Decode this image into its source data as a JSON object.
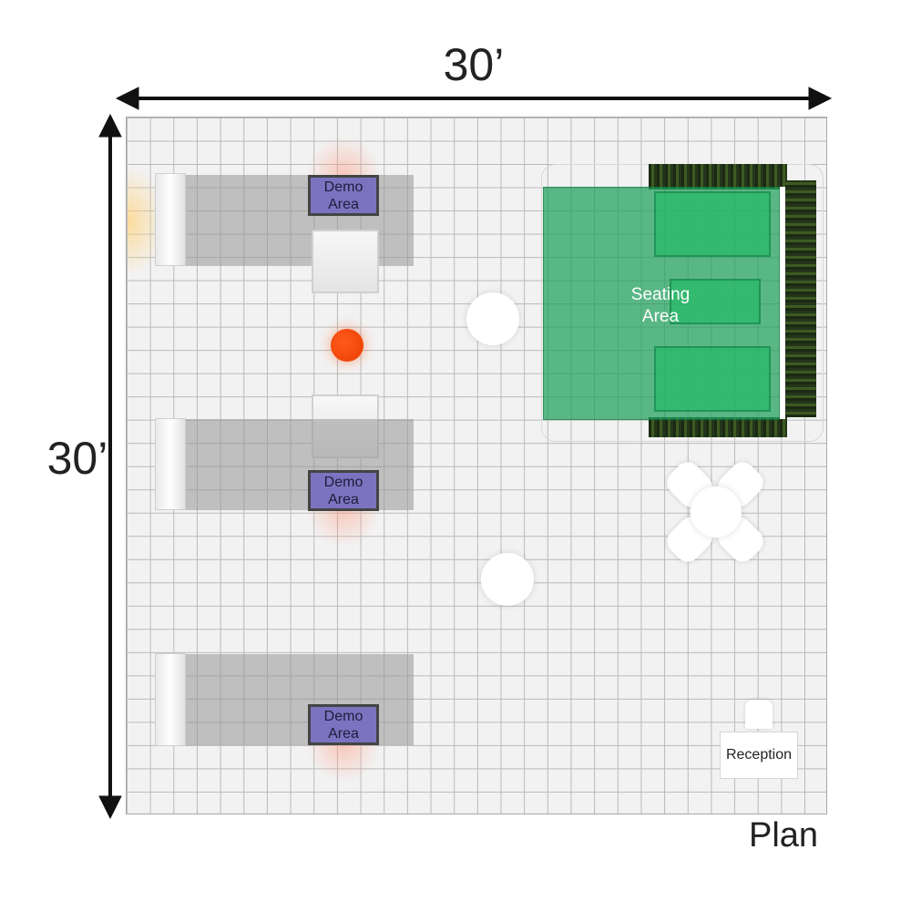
{
  "dimensions": {
    "width_label": "30’",
    "depth_label": "30’"
  },
  "plan_label": "Plan",
  "zones": {
    "demo_1": {
      "line1": "Demo",
      "line2": "Area"
    },
    "demo_2": {
      "line1": "Demo",
      "line2": "Area"
    },
    "demo_3": {
      "line1": "Demo",
      "line2": "Area"
    },
    "seating": {
      "line1": "Seating",
      "line2": "Area"
    },
    "reception": {
      "label": "Reception"
    }
  },
  "colors": {
    "demo": "#7c73c0",
    "seating": "#1ca05a",
    "accent_orange": "#ff5a1c",
    "hedge": "#2b3f1c"
  }
}
